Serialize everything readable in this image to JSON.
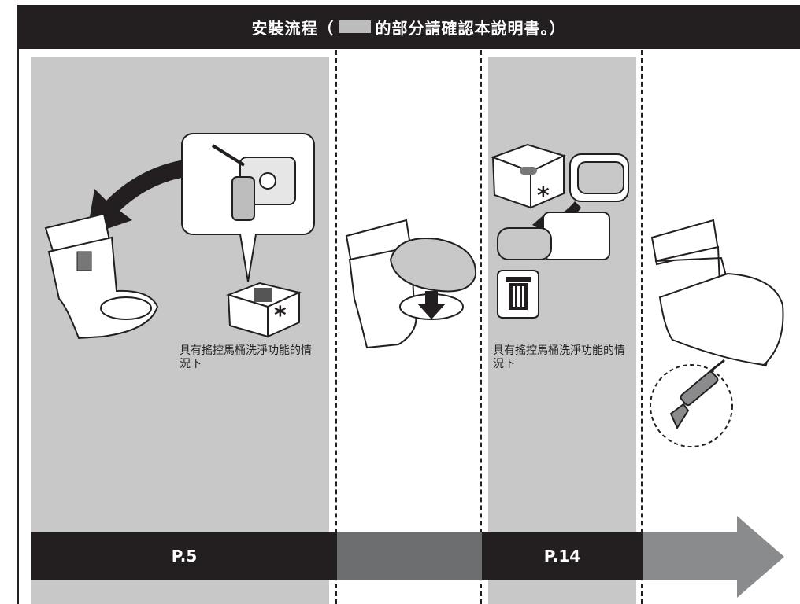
{
  "header": {
    "title_prefix": "安裝流程（",
    "title_suffix": "的部分請確認本說明書。）"
  },
  "steps": [
    {
      "note": "具有搖控馬桶洗淨功能的情況下",
      "symbol": "*"
    },
    {
      "note": "具有搖控馬桶洗淨功能的情況下",
      "symbol": "*"
    }
  ],
  "progress": {
    "pages": [
      "P.5",
      "P.14"
    ]
  },
  "colors": {
    "dark": "#231f20",
    "panel_gray": "#c8c8c8",
    "bar_mid": "#6d6e70",
    "bar_arrow": "#8a8b8d"
  },
  "icons": [
    "arrow-curve-icon",
    "trash-icon",
    "down-arrow-icon",
    "caulking-gun-icon",
    "box-icon"
  ]
}
